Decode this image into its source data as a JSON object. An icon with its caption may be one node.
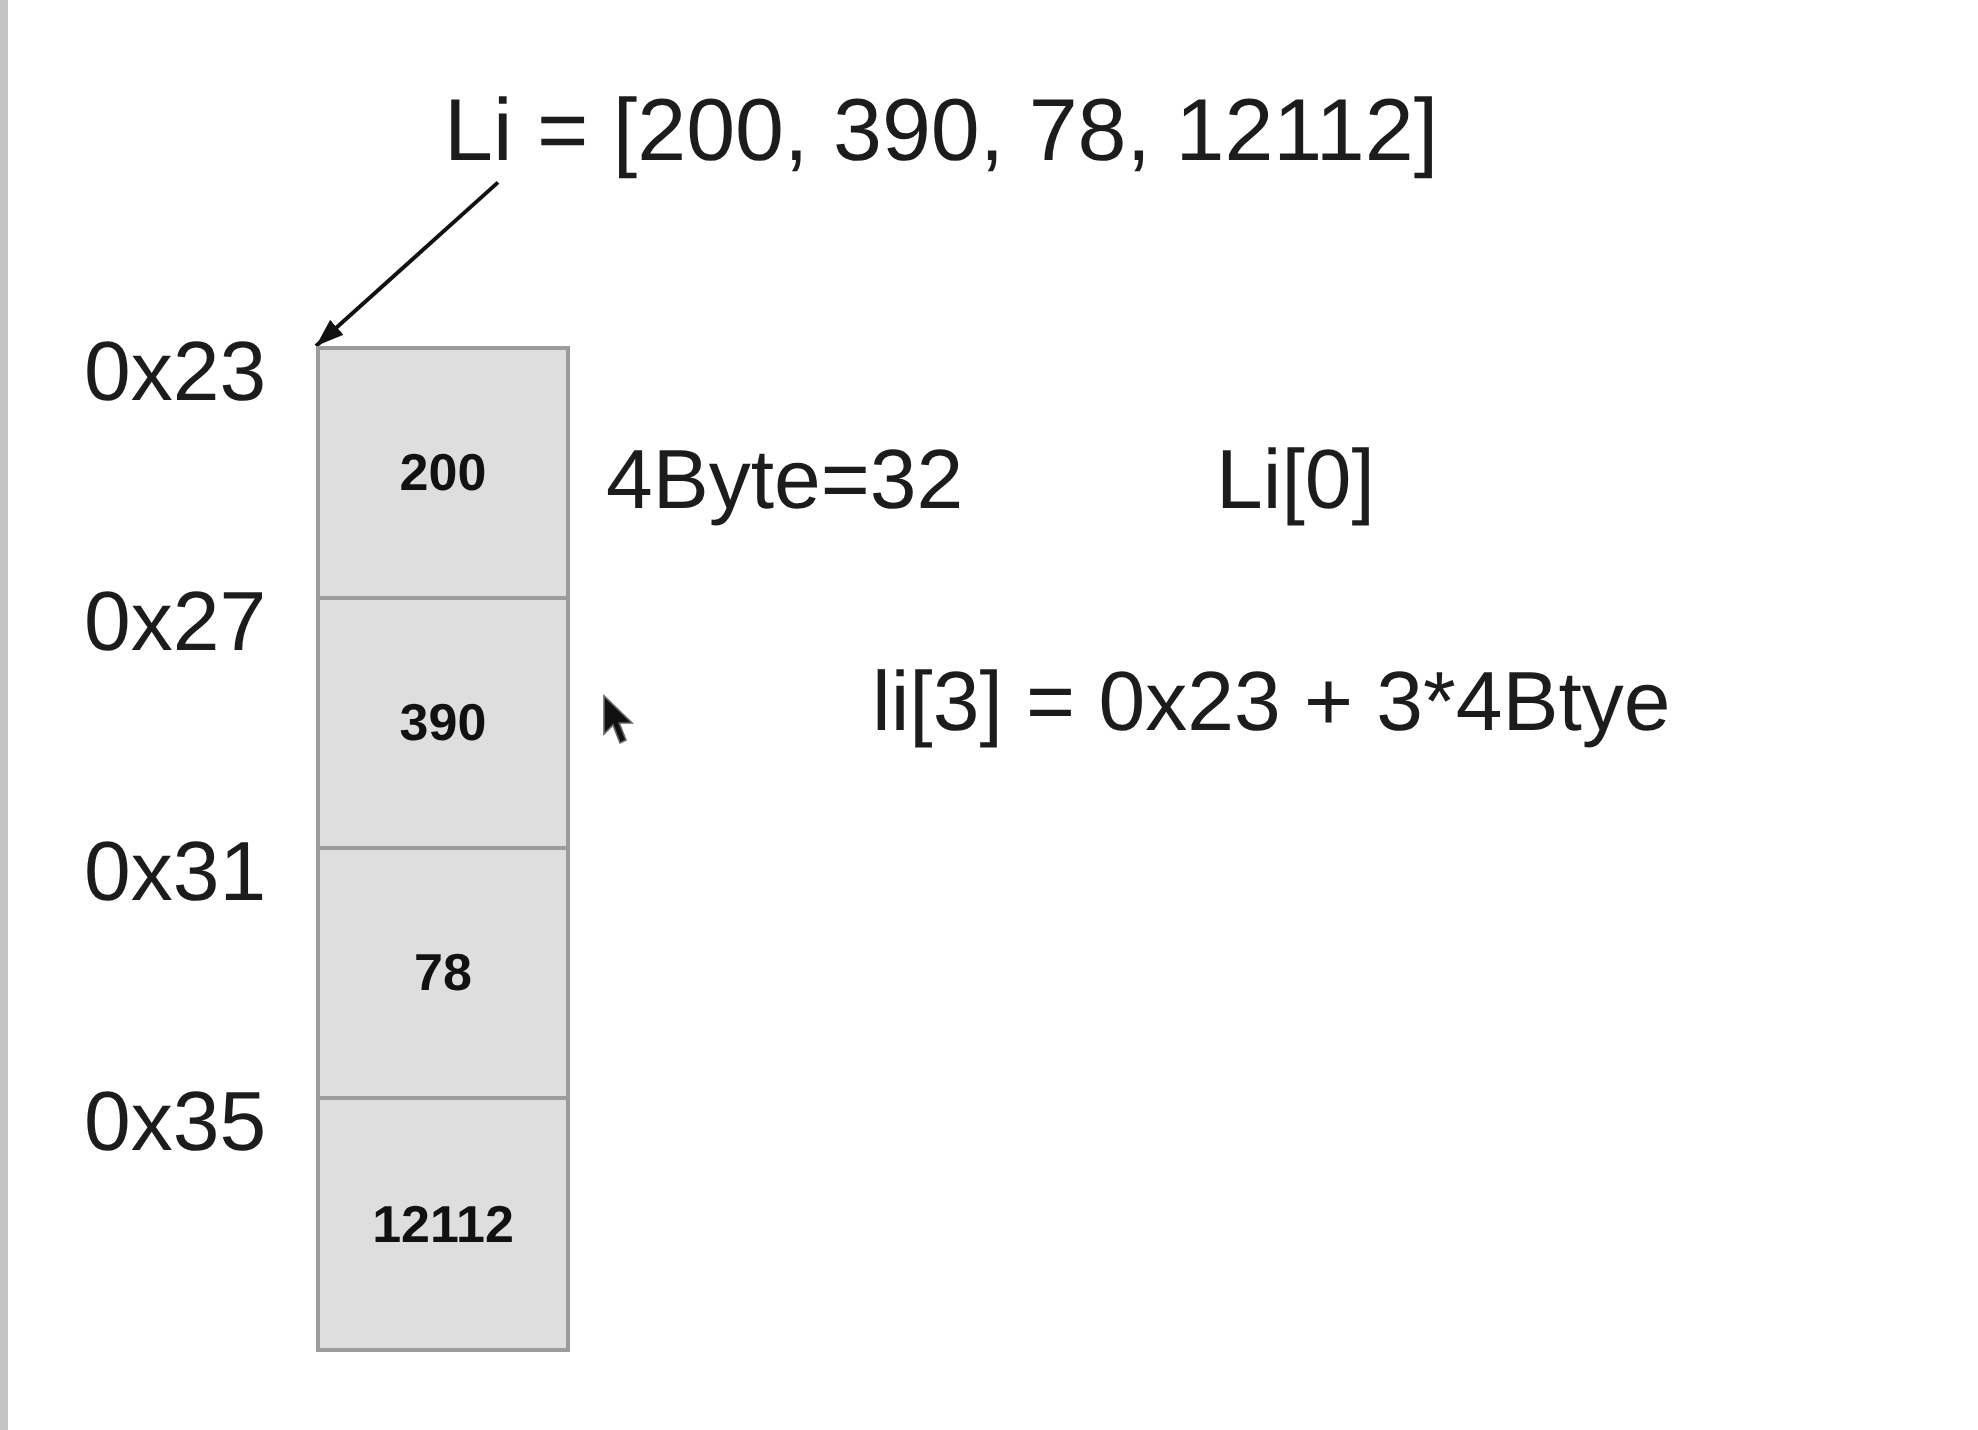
{
  "diagram": {
    "nodes": [
      {
        "text": [
          "Li = [200, 390, 78, 12112]"
        ]
      },
      {
        "text": [
          "200"
        ]
      },
      {
        "text": [
          "390"
        ]
      },
      {
        "text": [
          "78"
        ]
      },
      {
        "text": [
          "12112"
        ]
      }
    ],
    "edges": [
      {
        "from": 0,
        "to": 1,
        "arrow": "to"
      }
    ],
    "labels": [
      "0x23",
      "4Byte=32",
      "Li[0]",
      "0x27",
      "li[3] = 0x23 + 3*4Btye",
      "0x31",
      "0x35"
    ]
  }
}
